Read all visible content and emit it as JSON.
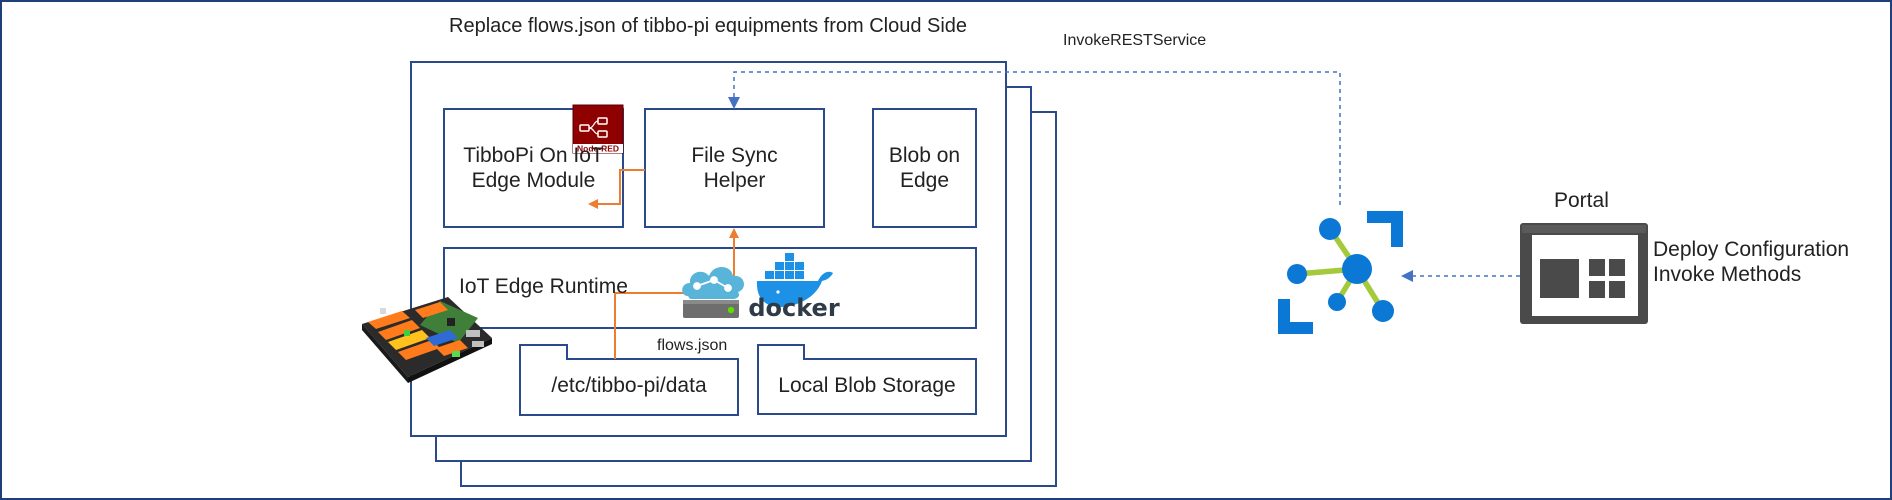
{
  "title": "Replace flows.json of tibbo-pi equipments from Cloud Side",
  "edge_arrow_label": "InvokeRESTService",
  "modules": {
    "tibbopi": {
      "line1": "TibboPi On IoT",
      "line2": "Edge Module"
    },
    "filesync": {
      "line1": "File Sync",
      "line2": "Helper"
    },
    "blob": {
      "line1": "Blob on",
      "line2": "Edge"
    }
  },
  "runtime_label": "IoT Edge Runtime",
  "flows_label": "flows.json",
  "folders": {
    "data": "/etc/tibbo-pi/data",
    "blob_storage": "Local Blob Storage"
  },
  "docker_label": "docker",
  "nodered_label": "Node-RED",
  "portal": {
    "title": "Portal",
    "line1": "Deploy Configuration",
    "line2": "Invoke Methods"
  },
  "colors": {
    "frame_border": "#1f3f7a",
    "box_border": "#2a4a8c",
    "orange_arrow": "#ed7d31",
    "blue_dashed": "#4472c4",
    "iot_hub_blue": "#0a78d4",
    "iot_hub_green": "#a4c93a",
    "portal_gray": "#4a4a4a",
    "docker_blue": "#1d91e6",
    "nodered_red": "#8f0000"
  },
  "icons": [
    "iot-hub-icon",
    "portal-icon",
    "docker-icon",
    "node-red-icon",
    "edge-device-icon",
    "tibbo-board-icon"
  ]
}
